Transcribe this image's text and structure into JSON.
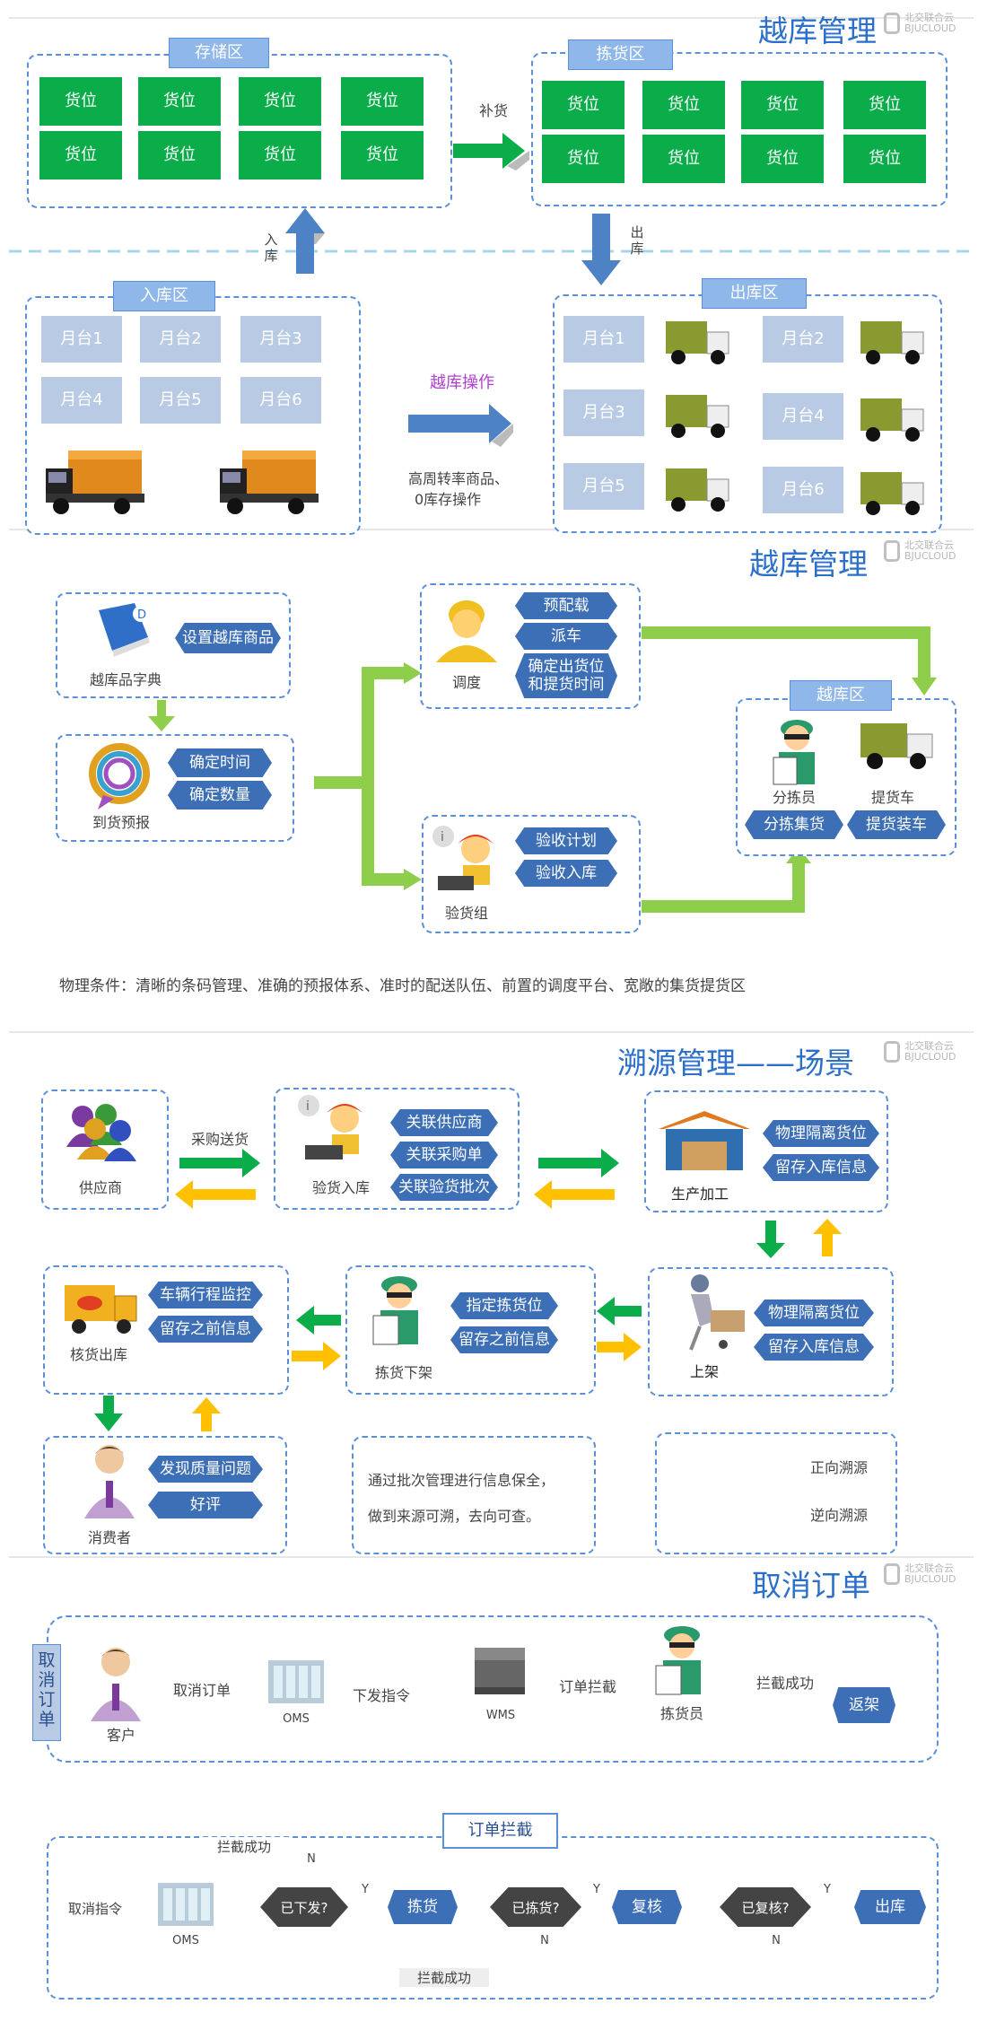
{
  "section1": {
    "title": "越库管理",
    "storage_label": "存储区",
    "picking_label": "拣货区",
    "slot": "货位",
    "replenish": "补货",
    "inbound_arrow": "入库",
    "outbound_arrow": "出库",
    "inbound_zone": "入库区",
    "outbound_zone": "出库区",
    "docks_in": [
      "月台1",
      "月台2",
      "月台3",
      "月台4",
      "月台5",
      "月台6"
    ],
    "docks_out": [
      "月台1",
      "月台2",
      "月台3",
      "月台4",
      "月台5",
      "月台6"
    ],
    "crossdock_op": "越库操作",
    "crossdock_note_1": "高周转率商品、",
    "crossdock_note_2": "0库存操作"
  },
  "section2": {
    "title": "越库管理",
    "dict_label": "越库品字典",
    "dict_action": "设置越库商品",
    "forecast_label": "到货预报",
    "forecast_actions": [
      "确定时间",
      "确定数量"
    ],
    "dispatch_label": "调度",
    "dispatch_actions": [
      "预配载",
      "派车",
      "确定出货位\n和提货时间"
    ],
    "inspect_label": "验货组",
    "inspect_actions": [
      "验收计划",
      "验收入库"
    ],
    "zone_label": "越库区",
    "picker_label": "分拣员",
    "truck_label": "提货车",
    "picker_action": "分拣集货",
    "truck_action": "提货装车",
    "conditions": "物理条件：清晰的条码管理、准确的预报体系、准时的配送队伍、前置的调度平台、宽敞的集货提货区"
  },
  "section3": {
    "title": "溯源管理——场景",
    "supplier": "供应商",
    "purchase_delivery": "采购送货",
    "inspect_in": "验货入库",
    "inspect_actions": [
      "关联供应商",
      "关联采购单",
      "关联验货批次"
    ],
    "production": "生产加工",
    "production_actions": [
      "物理隔离货位",
      "留存入库信息"
    ],
    "shelving": "上架",
    "shelving_actions": [
      "物理隔离货位",
      "留存入库信息"
    ],
    "picking": "拣货下架",
    "picking_actions": [
      "指定拣货位",
      "留存之前信息"
    ],
    "ship_check": "核货出库",
    "ship_actions": [
      "车辆行程监控",
      "留存之前信息"
    ],
    "consumer": "消费者",
    "consumer_actions": [
      "发现质量问题",
      "好评"
    ],
    "batch_note_1": "通过批次管理进行信息保全，",
    "batch_note_2": "做到来源可溯，去向可查。",
    "forward": "正向溯源",
    "reverse": "逆向溯源"
  },
  "section4": {
    "title": "取消订单",
    "side_label": "取消订单",
    "customer": "客户",
    "cancel_order": "取消订单",
    "oms": "OMS",
    "issue_cmd": "下发指令",
    "wms": "WMS",
    "order_intercept": "订单拦截",
    "picker": "拣货员",
    "intercept_success": "拦截成功",
    "return_shelf": "返架",
    "flow_title": "订单拦截",
    "cancel_cmd": "取消指令",
    "flow_oms": "OMS",
    "issued_q": "已下发?",
    "pick": "拣货",
    "picked_q": "已拣货?",
    "recheck": "复核",
    "rechecked_q": "已复核?",
    "outbound": "出库",
    "y": "Y",
    "n": "N",
    "success_top": "拦截成功",
    "success_bottom": "拦截成功"
  },
  "logo": {
    "line1": "北交联合云",
    "line2": "BJUCLOUD"
  },
  "colors": {
    "green": "#0aad4a",
    "blue_tag": "#8fb7ea",
    "hex_blue": "#3c6fb6",
    "lime_arrow": "#8fce4b",
    "yellow_arrow": "#ffc000",
    "title_blue": "#2a6fc8"
  }
}
